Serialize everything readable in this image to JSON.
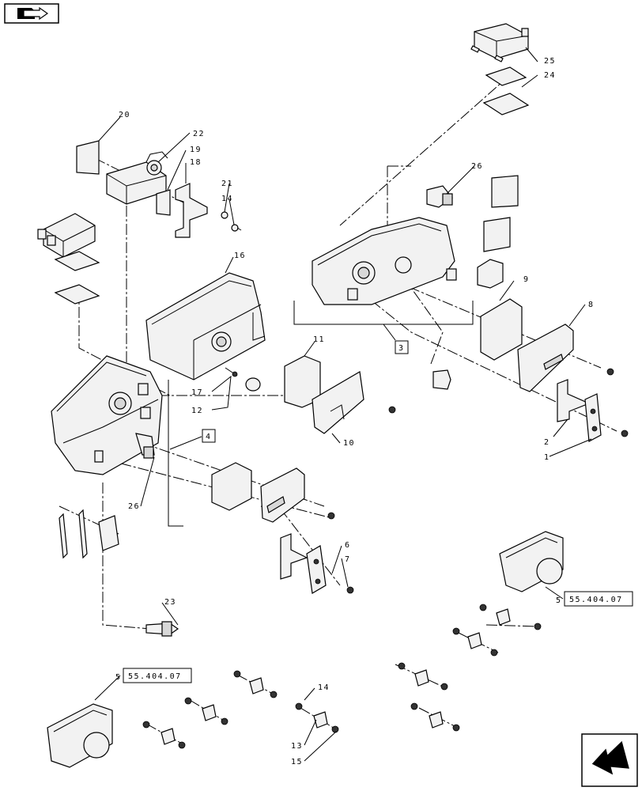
{
  "callouts": {
    "c1": "1",
    "c2": "2",
    "c3": "3",
    "c4": "4",
    "c5a": "5",
    "c5b": "5",
    "c6": "6",
    "c7": "7",
    "c8": "8",
    "c9": "9",
    "c10": "10",
    "c11": "11",
    "c12": "12",
    "c13": "13",
    "c14a": "14",
    "c14b": "14",
    "c15": "15",
    "c16": "16",
    "c17": "17",
    "c18": "18",
    "c19": "19",
    "c20": "20",
    "c21": "21",
    "c22": "22",
    "c23": "23",
    "c24": "24",
    "c25": "25",
    "c26a": "26",
    "c26b": "26"
  },
  "references": {
    "ref_a": "55.404.07",
    "ref_b": "55.404.07"
  },
  "icons": {
    "top_left": "folder-arrow-icon",
    "bottom_right": "next-page-arrow-icon"
  }
}
